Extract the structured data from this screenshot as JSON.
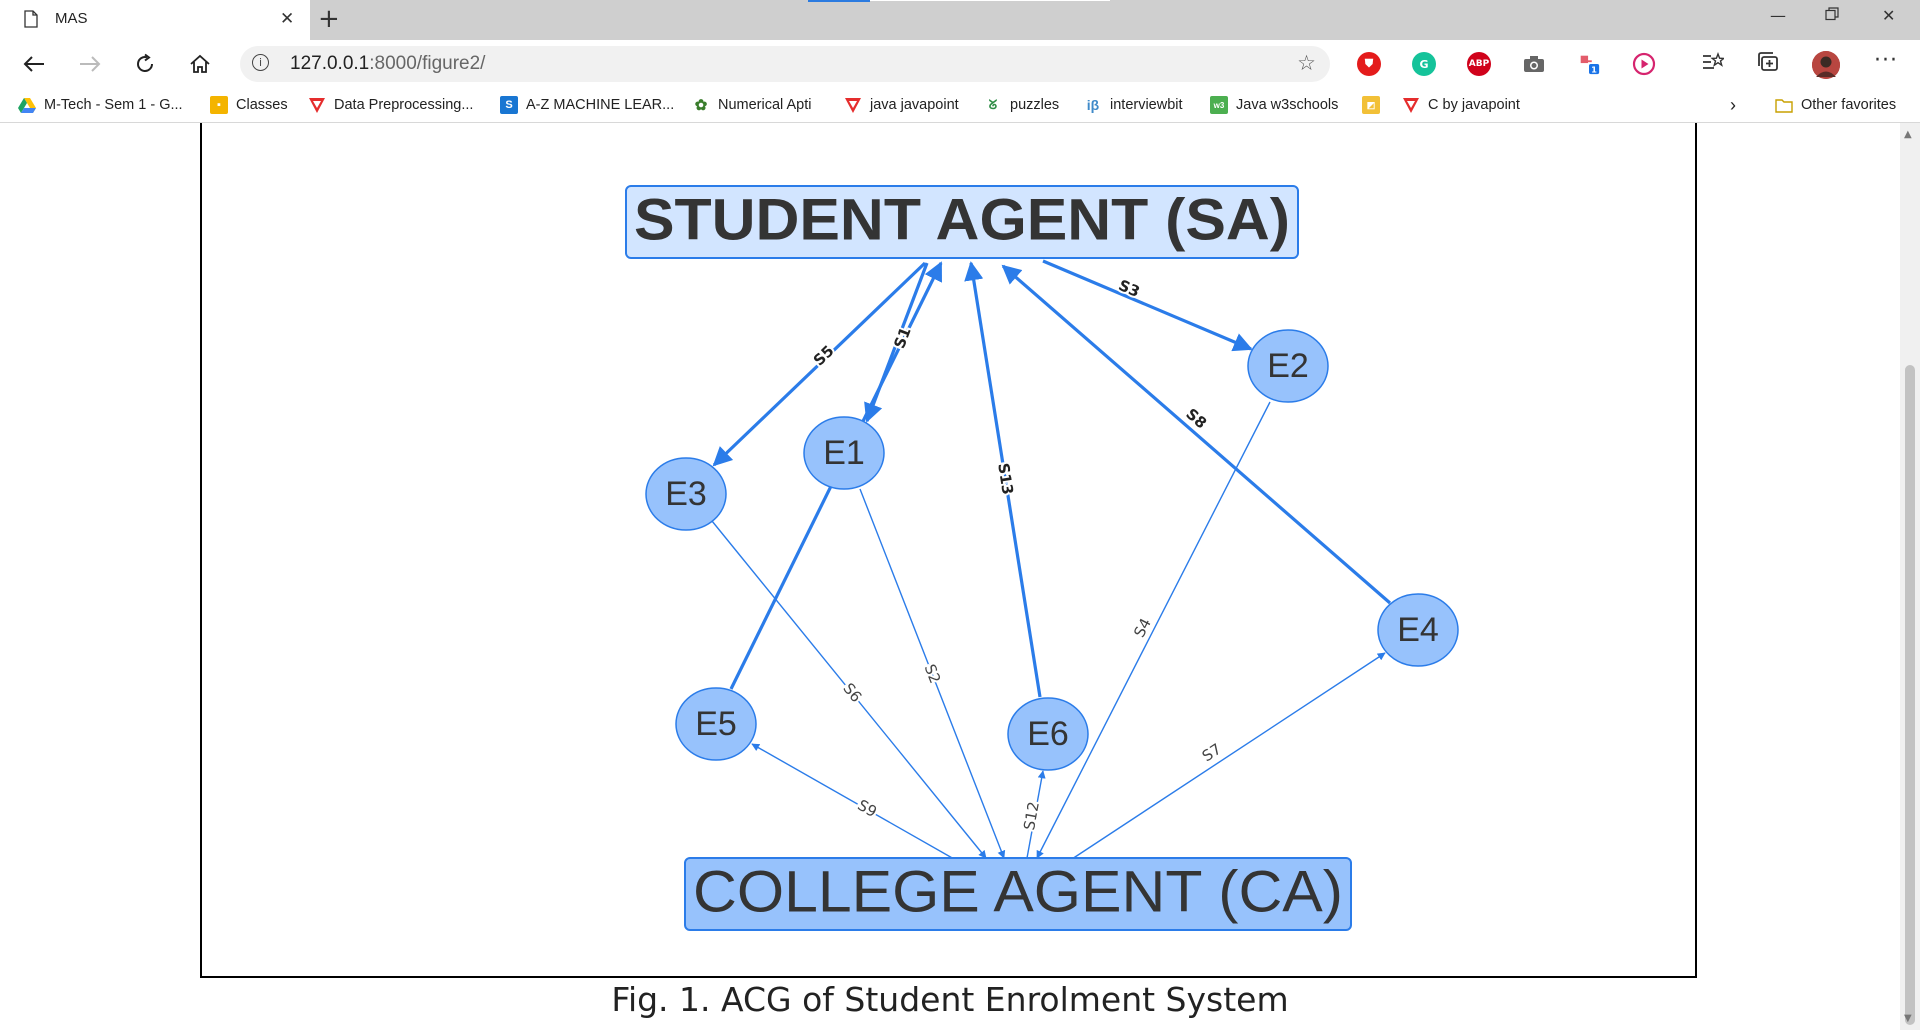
{
  "browser": {
    "tab_title": "MAS",
    "url_host": "127.0.0.1",
    "url_rest": ":8000/figure2/",
    "bookmarks": [
      {
        "label": "M-Tech - Sem 1 - G...",
        "icon": "google-drive-icon",
        "color": "#1fa463"
      },
      {
        "label": "Classes",
        "icon": "google-classroom-icon",
        "color": "#f4b400"
      },
      {
        "label": "Data Preprocessing...",
        "icon": "javatpoint-icon",
        "color": "#e52d2d"
      },
      {
        "label": "A-Z MACHINE LEAR...",
        "icon": "superdatascience-icon",
        "color": "#1976d2"
      },
      {
        "label": "Numerical Apti",
        "icon": "indiabix-icon",
        "color": "#3a7d2c"
      },
      {
        "label": "java javapoint",
        "icon": "javatpoint-icon",
        "color": "#e52d2d"
      },
      {
        "label": "puzzles",
        "icon": "geeksforgeeks-icon",
        "color": "#2f8d46"
      },
      {
        "label": "interviewbit",
        "icon": "interviewbit-icon",
        "color": "#3f8ac9"
      },
      {
        "label": "Java w3schools",
        "icon": "w3schools-icon",
        "color": "#4caf50"
      },
      {
        "label": "",
        "icon": "bookmark-icon",
        "color": "#f2c037"
      },
      {
        "label": "C by javapoint",
        "icon": "javatpoint-icon",
        "color": "#e52d2d"
      }
    ],
    "other_favorites": "Other favorites"
  },
  "diagram": {
    "nodes": [
      {
        "id": "SA",
        "label": "STUDENT AGENT (SA)",
        "shape": "box",
        "fill": "#d2e5ff",
        "stroke": "#2b7ce9"
      },
      {
        "id": "CA",
        "label": "COLLEGE AGENT (CA)",
        "shape": "box",
        "fill": "#97c2fc",
        "stroke": "#2b7ce9"
      },
      {
        "id": "E1",
        "label": "E1",
        "shape": "ellipse",
        "fill": "#97c2fc",
        "stroke": "#2b7ce9"
      },
      {
        "id": "E2",
        "label": "E2",
        "shape": "ellipse",
        "fill": "#97c2fc",
        "stroke": "#2b7ce9"
      },
      {
        "id": "E3",
        "label": "E3",
        "shape": "ellipse",
        "fill": "#97c2fc",
        "stroke": "#2b7ce9"
      },
      {
        "id": "E4",
        "label": "E4",
        "shape": "ellipse",
        "fill": "#97c2fc",
        "stroke": "#2b7ce9"
      },
      {
        "id": "E5",
        "label": "E5",
        "shape": "ellipse",
        "fill": "#97c2fc",
        "stroke": "#2b7ce9"
      },
      {
        "id": "E6",
        "label": "E6",
        "shape": "ellipse",
        "fill": "#97c2fc",
        "stroke": "#2b7ce9"
      }
    ],
    "edges": [
      {
        "id": "s1",
        "label": "S1",
        "from": "SA",
        "to": "E1",
        "bold": true
      },
      {
        "id": "s3",
        "label": "S3",
        "from": "SA",
        "to": "E2",
        "bold": true
      },
      {
        "id": "s5",
        "label": "S5",
        "from": "SA",
        "to": "E3",
        "bold": true
      },
      {
        "id": "s8",
        "label": "S8",
        "from": "E4",
        "to": "SA",
        "bold": true
      },
      {
        "id": "s13",
        "label": "S13",
        "from": "E6",
        "to": "SA",
        "bold": true
      },
      {
        "id": "s11",
        "label": "",
        "from": "E5",
        "to": "SA",
        "bold": true
      },
      {
        "id": "s2",
        "label": "S2",
        "from": "E1",
        "to": "CA",
        "bold": false
      },
      {
        "id": "s4",
        "label": "S4",
        "from": "E2",
        "to": "CA",
        "bold": false
      },
      {
        "id": "s6",
        "label": "S6",
        "from": "E3",
        "to": "CA",
        "bold": false
      },
      {
        "id": "s7",
        "label": "S7",
        "from": "CA",
        "to": "E4",
        "bold": false
      },
      {
        "id": "s9",
        "label": "S9",
        "from": "CA",
        "to": "E5",
        "bold": false
      },
      {
        "id": "s12",
        "label": "S12",
        "from": "CA",
        "to": "E6",
        "bold": false
      }
    ],
    "edge_color": "#2b7ce9",
    "caption": "Fig. 1. ACG of Student Enrolment System"
  }
}
